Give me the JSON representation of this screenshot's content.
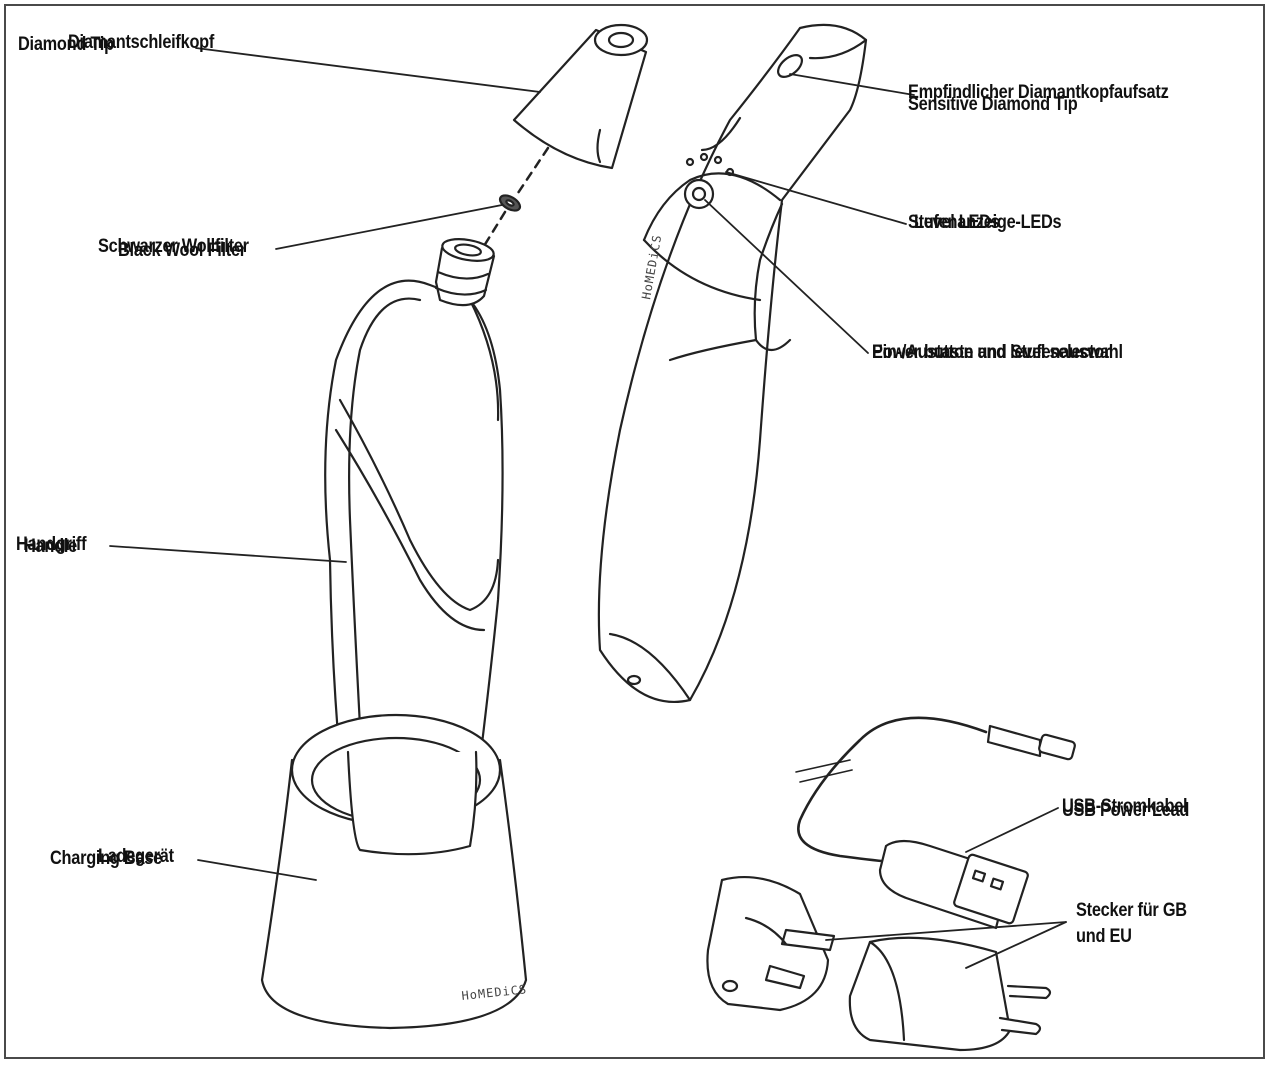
{
  "brand": "HoMEDiCS",
  "labels": {
    "diamond_tip": {
      "en": "Diamond Tip",
      "de": "Diamantschleifkopf"
    },
    "sensitive_tip": {
      "en": "Sensitive Diamond Tip",
      "de": "Empfindlicher Diamantkopfaufsatz"
    },
    "black_wool_filter": {
      "en": "Black Wool Filter",
      "de": "Schwarzer Wollfilter"
    },
    "level_leds": {
      "en": "Level LEDs",
      "de": "Stufenanzeige-LEDs"
    },
    "power_button": {
      "en": "Power button and level selector",
      "de": "Ein-/Austaste und Stufenauswahl"
    },
    "handle": {
      "en": "Handle",
      "de": "Handgriff"
    },
    "usb_lead": {
      "en": "USB Power Lead",
      "de": "USB-Stromkabel"
    },
    "charging_base": {
      "en": "Charging Base",
      "de": "Ladegerät"
    },
    "plugs": "Stecker für GB\nund EU"
  },
  "colors": {
    "ink": "#111111",
    "line": "#222222",
    "shade": "#f2f2f2"
  }
}
